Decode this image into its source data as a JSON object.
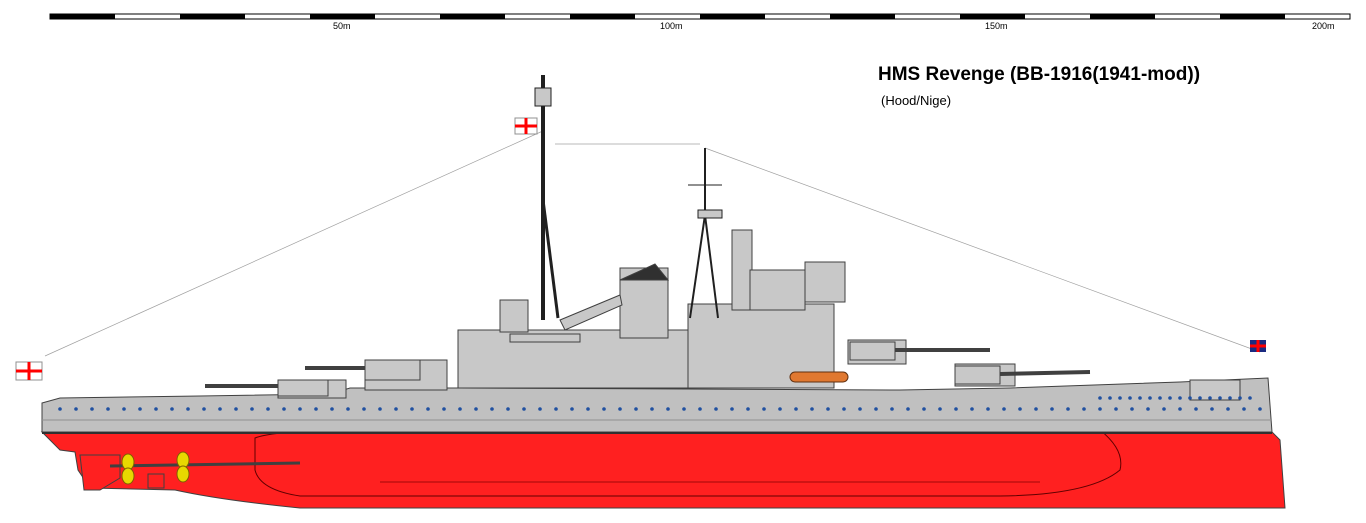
{
  "title": "HMS Revenge (BB-1916(1941-mod))",
  "subtitle": "(Hood/Nige)",
  "scale_bar": {
    "labels": [
      "50m",
      "100m",
      "150m",
      "200m"
    ]
  },
  "colors": {
    "hull_upper": "#c0c0c0",
    "hull_lower": "#ff2020",
    "superstructure": "#c8c8c8",
    "outline": "#404040",
    "portholes": "#2050a0",
    "propellers": "#e8d800",
    "boat": "#e07830"
  },
  "icons": [
    "white-ensign-icon",
    "union-jack-icon",
    "propeller-icon"
  ]
}
